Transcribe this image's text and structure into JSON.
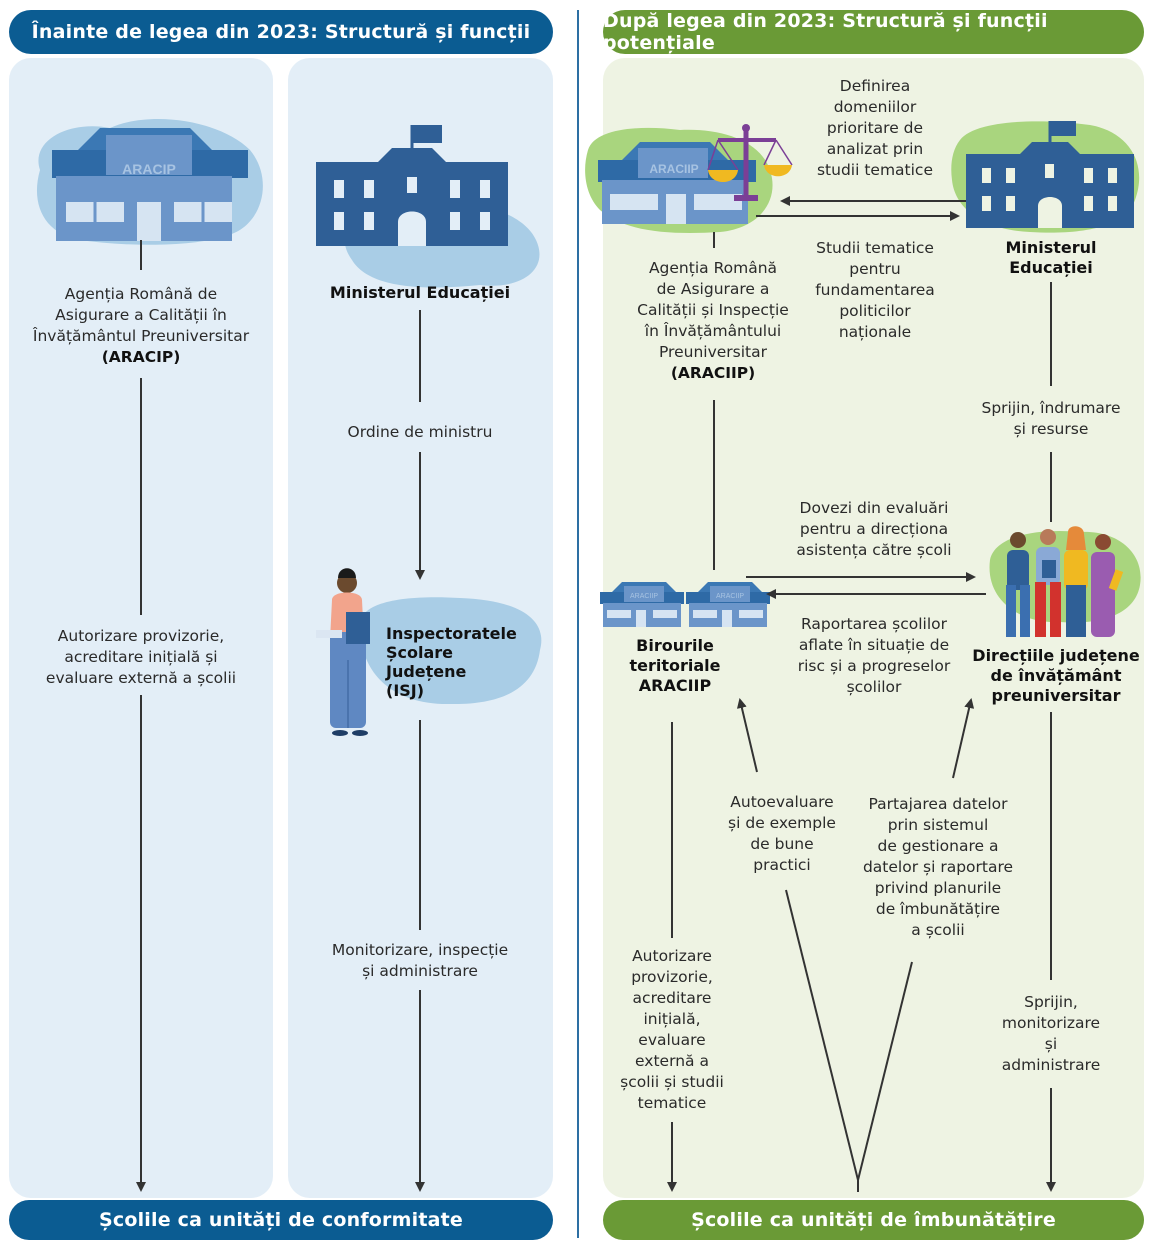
{
  "left": {
    "header": "Înainte de legea din 2023: Structură și funcții",
    "footer": "Școlile ca unități de conformitate",
    "aracip_building_text": "ARACIP",
    "aracip_label_lines": [
      "Agenția Română de",
      "Asigurare a Calității în",
      "Învățământul Preuniversitar"
    ],
    "aracip_label_bold": "(ARACIP)",
    "aracip_flow_lines": [
      "Autorizare provizorie,",
      "acreditare inițială și",
      "evaluare externă a școlii"
    ],
    "ministry_label": "Ministerul Educației",
    "ministry_flow": "Ordine de ministru",
    "isj_label_lines": [
      "Inspectoratele",
      "Școlare",
      "Județene",
      "(ISJ)"
    ],
    "isj_flow_lines": [
      "Monitorizare, inspecție",
      "și administrare"
    ]
  },
  "right": {
    "header": "După legea din 2023: Structură și funcții potențiale",
    "footer": "Școlile ca unități de îmbunătățire",
    "aracip_building_text": "ARACIIP",
    "office_building_text": "ARACIIP",
    "top_flow_lines": [
      "Definirea",
      "domeniilor",
      "prioritare de",
      "analizat prin",
      "studii tematice"
    ],
    "mid_flow_lines": [
      "Studii tematice",
      "pentru",
      "fundamentarea",
      "politicilor",
      "naționale"
    ],
    "aracip_label_lines": [
      "Agenția Română",
      "de Asigurare a",
      "Calității și Inspecție",
      "în Învățământului",
      "Preuniversitar"
    ],
    "aracip_label_bold": "(ARACIIP)",
    "ministry_label_lines": [
      "Ministerul",
      "Educației"
    ],
    "ministry_flow_lines": [
      "Sprijin, îndrumare",
      "și resurse"
    ],
    "evidence_lines": [
      "Dovezi din evaluări",
      "pentru a direcționa",
      "asistența către școli"
    ],
    "reporting_lines": [
      "Raportarea școlilor",
      "aflate în situație de",
      "risc și a progreselor",
      "școlilor"
    ],
    "offices_label_lines": [
      "Birourile",
      "teritoriale",
      "ARACIIP"
    ],
    "directorates_label_lines": [
      "Direcțiile județene",
      "de învățământ",
      "preuniversitar"
    ],
    "self_eval_lines": [
      "Autoevaluare",
      "și de exemple",
      "de bune",
      "practici"
    ],
    "data_sharing_lines": [
      "Partajarea datelor",
      "prin sistemul",
      "de gestionare a",
      "datelor și raportare",
      "privind planurile",
      "de îmbunătățire",
      "a școlii"
    ],
    "offices_flow_lines": [
      "Autorizare",
      "provizorie,",
      "acreditare",
      "inițială,",
      "evaluare",
      "externă a",
      "școlii și studii",
      "tematice"
    ],
    "directorates_flow_lines": [
      "Sprijin,",
      "monitorizare",
      "și",
      "administrare"
    ]
  },
  "colors": {
    "blue_dark": "#0b5c92",
    "green_dark": "#6a9a36",
    "panel_blue": "#e3eef7",
    "panel_green": "#eef3e3",
    "divider": "#2d6fa3"
  }
}
